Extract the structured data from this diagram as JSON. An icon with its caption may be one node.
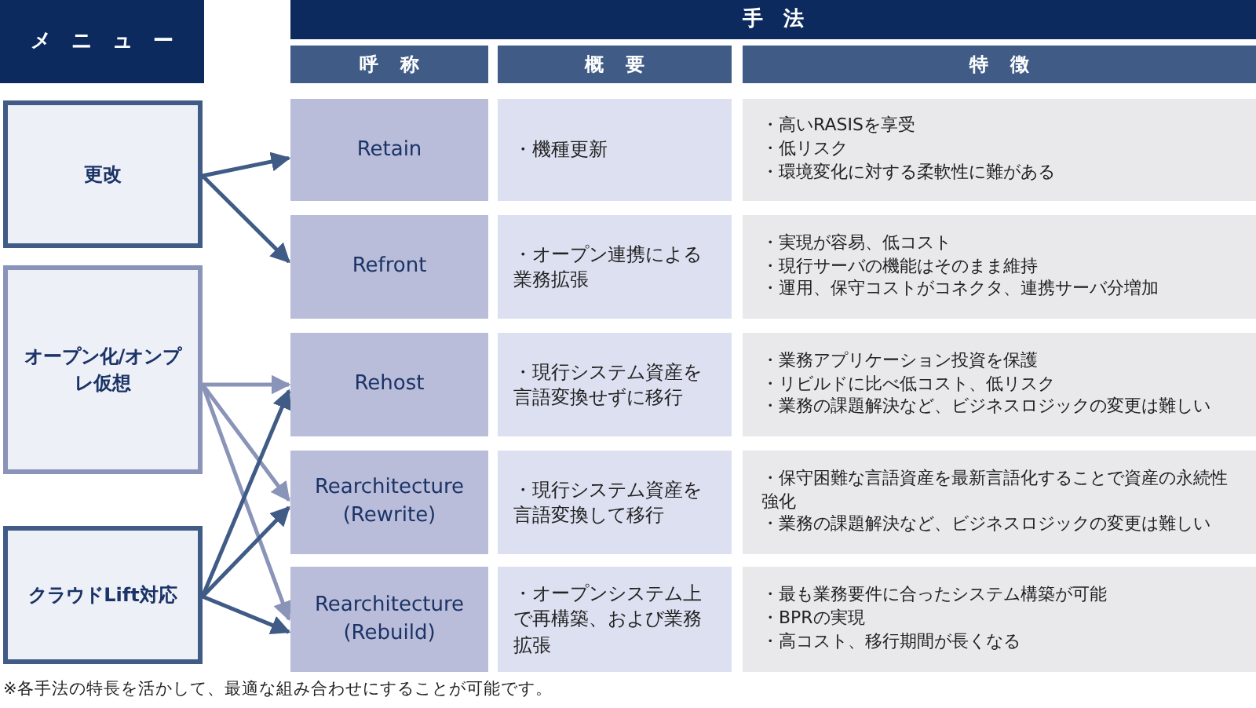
{
  "diagram": {
    "nodes": [
      {
        "text": [
          "メニュー"
        ]
      },
      {
        "text": [
          "手法"
        ]
      },
      {
        "text": [
          "呼称"
        ]
      },
      {
        "text": [
          "概要"
        ]
      },
      {
        "text": [
          "特徴"
        ]
      },
      {
        "text": [
          "更改"
        ]
      },
      {
        "text": [
          "オープン化/オンプレ仮想"
        ]
      },
      {
        "text": [
          "クラウドLift対応"
        ]
      },
      {
        "text": [
          "Retain"
        ]
      },
      {
        "text": [
          "・機種更新"
        ]
      },
      {
        "text": [
          "・高いRASISを享受",
          "・低リスク",
          "・環境変化に対する柔軟性に難がある"
        ]
      },
      {
        "text": [
          "Refront"
        ]
      },
      {
        "text": [
          "・オープン連携による業務拡張"
        ]
      },
      {
        "text": [
          "・実現が容易、低コスト",
          "・現行サーバの機能はそのまま維持",
          "・運用、保守コストがコネクタ、連携サーバ分増加"
        ]
      },
      {
        "text": [
          "Rehost"
        ]
      },
      {
        "text": [
          "・現行システム資産を言語変換せずに移行"
        ]
      },
      {
        "text": [
          "・業務アプリケーション投資を保護",
          "・リビルドに比べ低コスト、低リスク",
          "・業務の課題解決など、ビジネスロジックの変更は難しい"
        ]
      },
      {
        "text": [
          "Rearchitecture (Rewrite)"
        ]
      },
      {
        "text": [
          "・現行システム資産を言語変換して移行"
        ]
      },
      {
        "text": [
          "・保守困難な言語資産を最新言語化することで資産の永続性強化",
          "・業務の課題解決など、ビジネスロジックの変更は難しい"
        ]
      },
      {
        "text": [
          "Rearchitecture (Rebuild)"
        ]
      },
      {
        "text": [
          "・オープンシステム上で再構築、および業務拡張"
        ]
      },
      {
        "text": [
          "・最も業務要件に合ったシステム構築が可能",
          "・BPRの実現",
          "・高コスト、移行期間が長くなる"
        ]
      }
    ],
    "edges": [
      {
        "from": 5,
        "to": 8,
        "arrow": "to"
      },
      {
        "from": 5,
        "to": 11,
        "arrow": "to"
      },
      {
        "from": 6,
        "to": 14,
        "arrow": "to",
        "color": "#8a93b8"
      },
      {
        "from": 6,
        "to": 17,
        "arrow": "to",
        "color": "#8a93b8"
      },
      {
        "from": 6,
        "to": 20,
        "arrow": "to",
        "color": "#8a93b8"
      },
      {
        "from": 7,
        "to": 14,
        "arrow": "to"
      },
      {
        "from": 7,
        "to": 17,
        "arrow": "to"
      },
      {
        "from": 7,
        "to": 20,
        "arrow": "to"
      }
    ],
    "labels": [
      "※各手法の特長を活かして、最適な組み合わせにすることが可能です。"
    ]
  }
}
